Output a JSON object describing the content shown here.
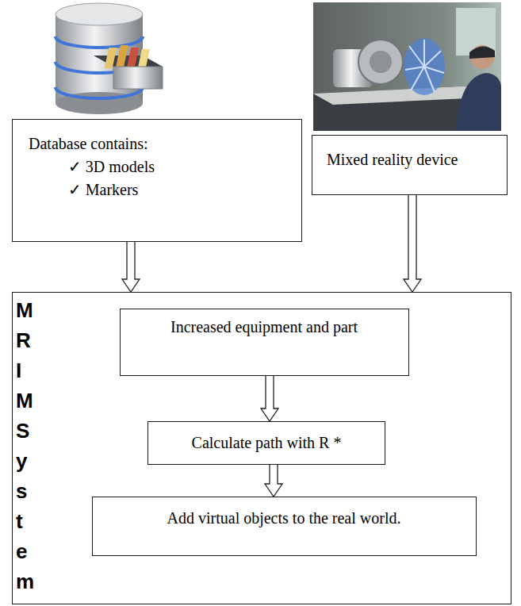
{
  "diagram": {
    "nodes": [
      {
        "text": [
          "Database contains:",
          "✓ 3D models",
          "✓ Markers"
        ]
      },
      {
        "text": [
          "Mixed reality device"
        ]
      },
      {
        "text": [
          "MRIM System"
        ]
      },
      {
        "text": [
          "Increased equipment and part"
        ],
        "in": 2
      },
      {
        "text": [
          "Calculate path with R *"
        ],
        "in": 2
      },
      {
        "text": [
          "Add virtual objects to the real world."
        ],
        "in": 2
      }
    ],
    "edges": [
      {
        "from": 0,
        "to": 2,
        "arrow": "to"
      },
      {
        "from": 1,
        "to": 2,
        "arrow": "to"
      },
      {
        "from": 3,
        "to": 4,
        "arrow": "to"
      },
      {
        "from": 4,
        "to": 5,
        "arrow": "to"
      }
    ]
  }
}
